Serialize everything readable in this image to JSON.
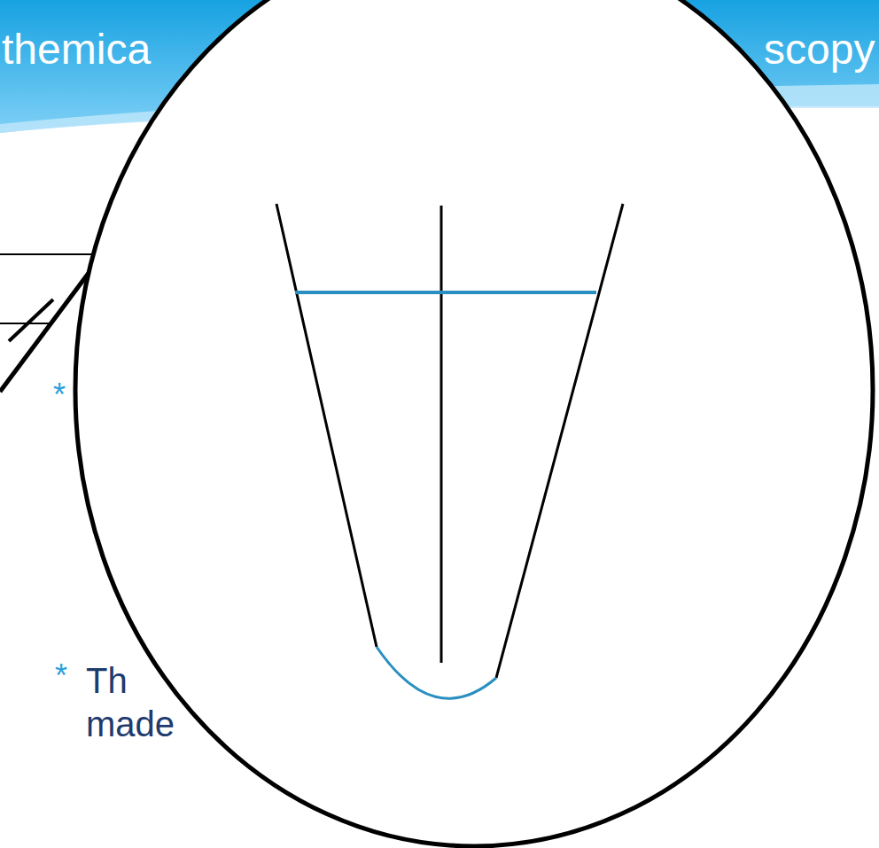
{
  "diagram": {
    "labels": [
      "themica",
      "scopy",
      "*",
      "*",
      "Th",
      "made"
    ]
  }
}
